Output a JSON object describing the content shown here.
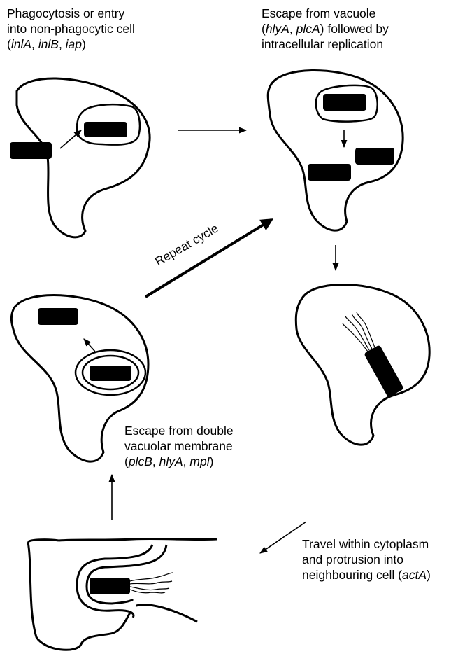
{
  "steps": {
    "entry": {
      "line1": "Phagocytosis or entry",
      "line2": "into non-phagocytic cell",
      "genes": [
        "inlA",
        "inlB",
        "iap"
      ]
    },
    "escape_vacuole": {
      "line1": "Escape from vacuole",
      "genes": [
        "hlyA",
        "plcA"
      ],
      "line2_suffix": " followed by",
      "line3": "intracellular replication"
    },
    "double_membrane": {
      "line1": "Escape from double",
      "line2": "vacuolar membrane",
      "genes": [
        "plcB",
        "hlyA",
        "mpl"
      ]
    },
    "travel": {
      "line1": "Travel within cytoplasm",
      "line2": "and protrusion into",
      "line3_prefix": "neighbouring cell (",
      "gene": "actA",
      "line3_suffix": ")"
    }
  },
  "repeat_label": "Repeat cycle",
  "punct": {
    "open": "(",
    "close": ")",
    "sep": ", "
  },
  "colors": {
    "ink": "#000000",
    "background": "#ffffff"
  }
}
